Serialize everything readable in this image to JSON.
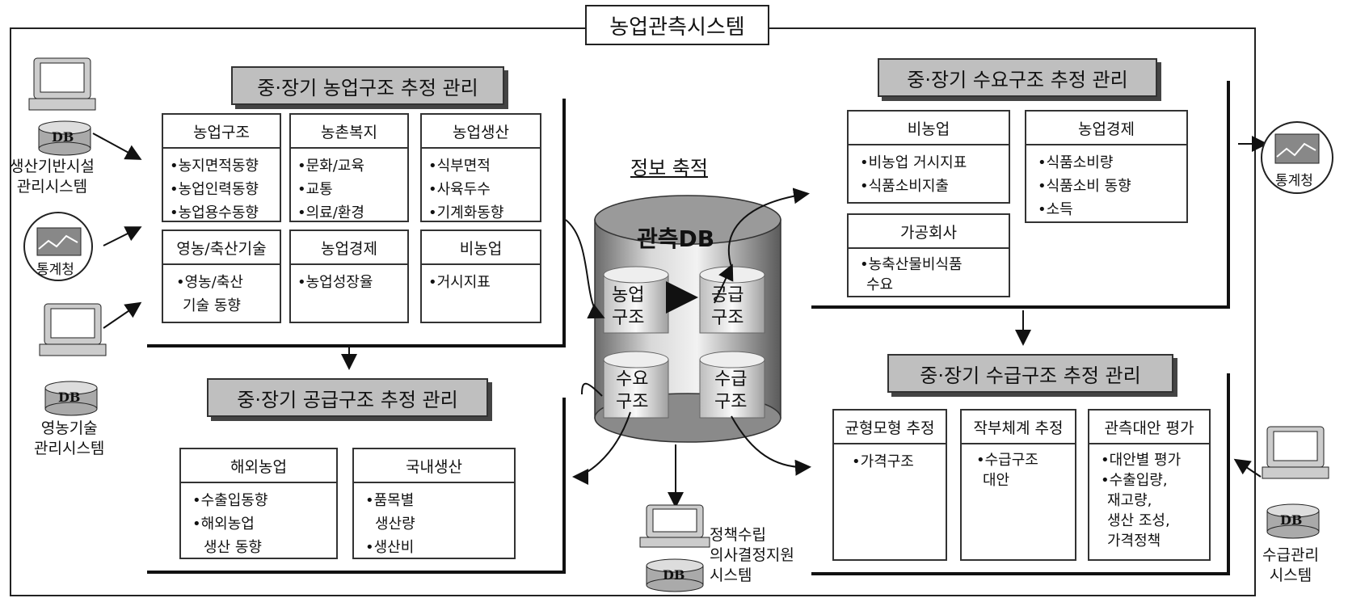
{
  "title": "농업관측시스템",
  "sections": {
    "farm_structure": {
      "title": "중·장기 농업구조 추정 관리",
      "cards": [
        {
          "header": "농업구조",
          "items": [
            "•농지면적동향",
            "•농업인력동향",
            "•농업용수동향"
          ]
        },
        {
          "header": "농촌복지",
          "items": [
            "•문화/교육",
            "•교통",
            "•의료/환경"
          ]
        },
        {
          "header": "농업생산",
          "items": [
            "•식부면적",
            "•사육두수",
            "•기계화동향"
          ]
        },
        {
          "header": "영농/축산기술",
          "items": [
            "•영농/축산",
            "기술 동향"
          ]
        },
        {
          "header": "농업경제",
          "items": [
            "•농업성장율"
          ]
        },
        {
          "header": "비농업",
          "items": [
            "•거시지표"
          ]
        }
      ]
    },
    "supply": {
      "title": "중·장기 공급구조 추정 관리",
      "cards": [
        {
          "header": "해외농업",
          "items": [
            "•수출입동향",
            "•해외농업",
            "생산 동향"
          ]
        },
        {
          "header": "국내생산",
          "items": [
            "•품목별",
            "생산량",
            "•생산비"
          ]
        }
      ]
    },
    "demand": {
      "title": "중·장기 수요구조 추정 관리",
      "cards": [
        {
          "header": "비농업",
          "items": [
            "•비농업 거시지표",
            "•식품소비지출"
          ]
        },
        {
          "header": "농업경제",
          "items": [
            "•식품소비량",
            "•식품소비 동향",
            "•소득"
          ]
        },
        {
          "header": "가공회사",
          "items": [
            "•농축산물비식품",
            "수요"
          ]
        }
      ]
    },
    "supply_demand": {
      "title": "중·장기 수급구조 추정 관리",
      "cards": [
        {
          "header": "균형모형 추정",
          "items": [
            "•가격구조"
          ]
        },
        {
          "header": "작부체계 추정",
          "items": [
            "•수급구조",
            "대안"
          ]
        },
        {
          "header": "관측대안 평가",
          "items": [
            "•대안별 평가",
            "•수출입량,",
            "재고량,",
            "생산 조성,",
            "가격정책"
          ]
        }
      ]
    }
  },
  "center": {
    "label": "정보 축적",
    "db_label": "관측DB",
    "cylinders": [
      {
        "line1": "농업",
        "line2": "구조"
      },
      {
        "line1": "공급",
        "line2": "구조"
      },
      {
        "line1": "수요",
        "line2": "구조"
      },
      {
        "line1": "수급",
        "line2": "구조"
      }
    ]
  },
  "external_systems": {
    "production_base": {
      "label_line1": "생산기반시설",
      "label_line2": "관리시스템",
      "db": "DB"
    },
    "statistics_left": {
      "label": "통계청"
    },
    "farming_tech": {
      "label_line1": "영농기술",
      "label_line2": "관리시스템",
      "db": "DB"
    },
    "policy": {
      "label_line1": "정책수립",
      "label_line2": "의사결정지원",
      "label_line3": "시스템",
      "db": "DB"
    },
    "statistics_right": {
      "label": "통계청"
    },
    "supply_mgmt": {
      "label_line1": "수급관리",
      "label_line2": "시스템",
      "db": "DB"
    }
  }
}
